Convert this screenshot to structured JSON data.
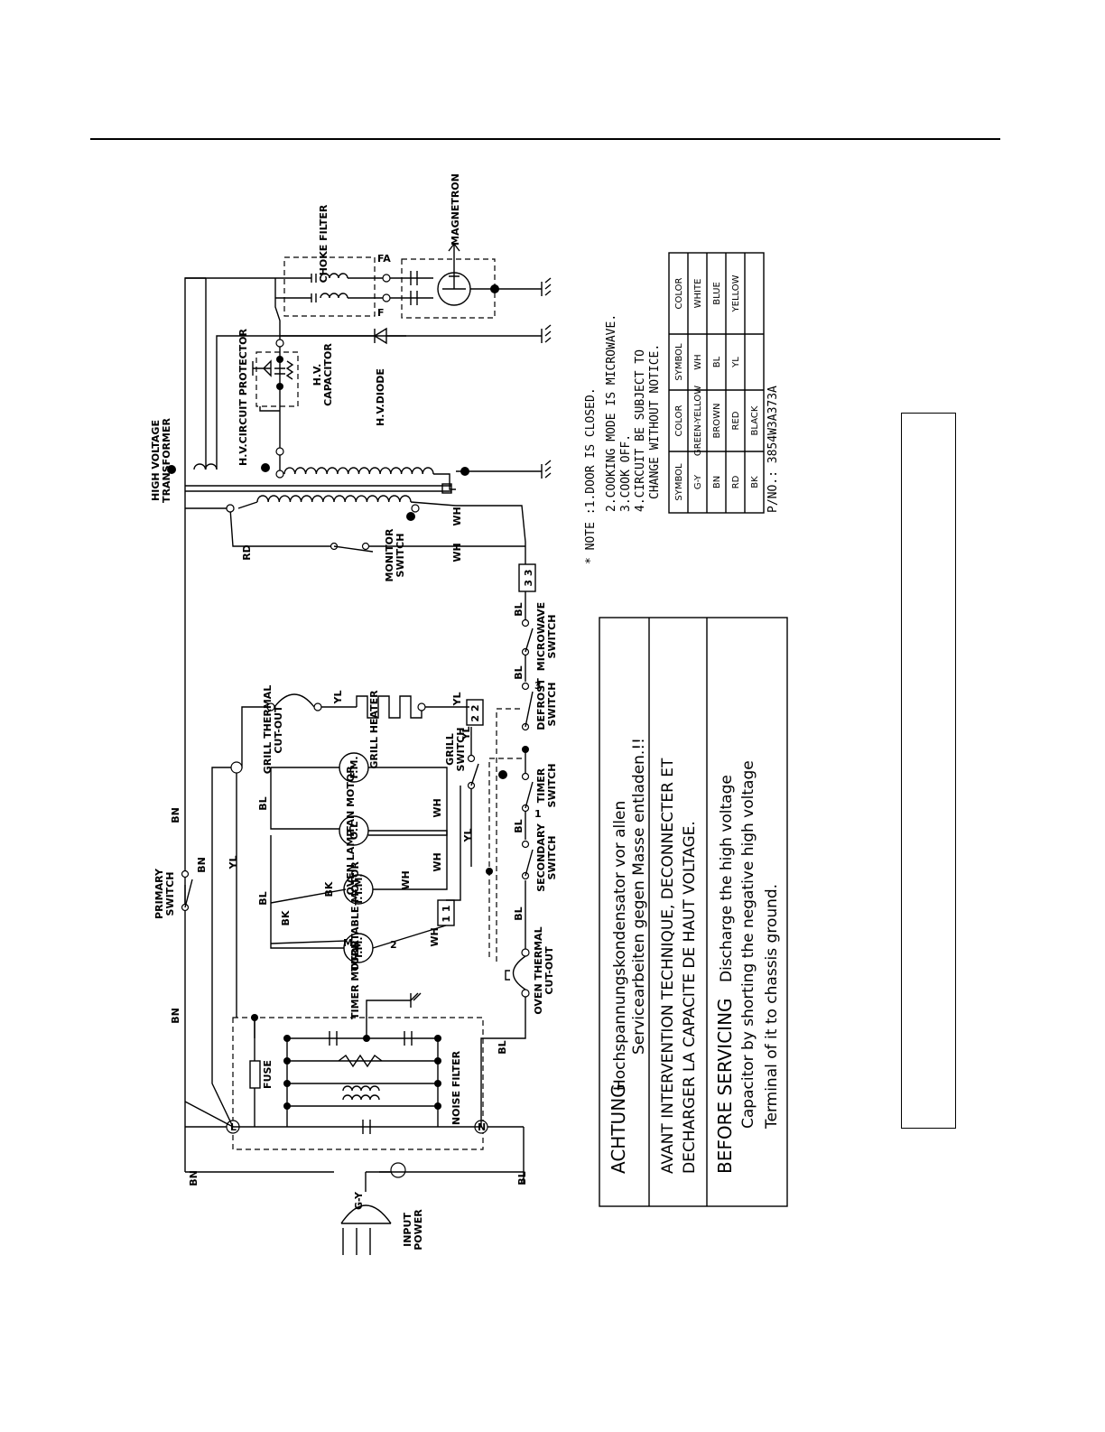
{
  "labels": {
    "input_power": "INPUT\nPOWER",
    "noise_filter": "NOISE FILTER",
    "fuse": "FUSE",
    "primary_switch": "PRIMARY\nSWITCH",
    "timer_motor": "TIMER MOTOR",
    "turntable_motor": "TURNTABLE MOTOR",
    "oven_lamp": "OVEN LAMP",
    "fan_motor": "FAN MOTOR",
    "grill_thermal_cutout": "GRILL THERMAL\nCUT-OUT",
    "grill_heater": "GRILL HEATER",
    "grill_switch": "GRILL\nSWITCH",
    "oven_thermal_cutout": "OVEN THERMAL\nCUT-OUT",
    "secondary_switch": "SECONDARY\nSWITCH",
    "timer_switch": "TIMER\nSWITCH",
    "defrost_switch": "DEFROST\nSWITCH",
    "microwave_switch": "MICROWAVE\nSWITCH",
    "monitor_switch": "MONITOR\nSWITCH",
    "hv_transformer": "HIGH VOLTAGE\nTRANSFORMER",
    "hv_circuit_protector": "H.V.CIRCUIT PROTECTOR",
    "hv_capacitor": "H.V.\nCAPACITOR",
    "hv_diode": "H.V.DIODE",
    "choke_filter": "CHOKE FILTER",
    "magnetron": "MAGNETRON",
    "tm": "T.M.",
    "ttm": "T.T.M.",
    "ol": "O.L",
    "fm": "F.M.",
    "L": "L",
    "N": "N",
    "M": "M",
    "F": "F",
    "FA": "FA",
    "n1": "1",
    "n2": "2",
    "n3": "3",
    "box_11": "1 1",
    "box_22": "2 2",
    "box_33": "3 3"
  },
  "wire": {
    "bn": "BN",
    "bl": "BL",
    "yl": "YL",
    "wh": "WH",
    "bk": "BK",
    "rd": "RD",
    "gy": "G-Y"
  },
  "warning": {
    "de_title": "ACHTUNG",
    "de_line1": "Hochspannungskondensator vor allen",
    "de_line2": "Servicearbeiten gegen Masse entladen.!!",
    "fr_line1": "AVANT INTERVENTION TECHNIQUE, DECONNECTER ET",
    "fr_line2": "DECHARGER LA CAPACITE DE HAUT VOLTAGE.",
    "en_title": "BEFORE SERVICING",
    "en_line1": "Discharge the high voltage",
    "en_line2": "Capacitor by shorting the negative high voltage",
    "en_line3": "Terminal of it to chassis ground."
  },
  "note": {
    "line1": "* NOTE :1.DOOR IS CLOSED.",
    "line2": "2.COOKING MODE IS MICROWAVE.",
    "line3": "3.COOK OFF.",
    "line4": "4.CIRCUIT BE SUBJECT TO",
    "line5": "CHANGE WITHOUT NOTICE."
  },
  "color_table": {
    "headers": [
      "SYMBOL",
      "COLOR",
      "SYMBOL",
      "COLOR"
    ],
    "rows": [
      [
        "G-Y",
        "GREEN-YELLOW",
        "WH",
        "WHITE"
      ],
      [
        "BN",
        "BROWN",
        "BL",
        "BLUE"
      ],
      [
        "RD",
        "RED",
        "YL",
        "YELLOW"
      ],
      [
        "BK",
        "BLACK",
        "",
        ""
      ]
    ]
  },
  "part_no": "P/NO.: 3854W3A373A"
}
